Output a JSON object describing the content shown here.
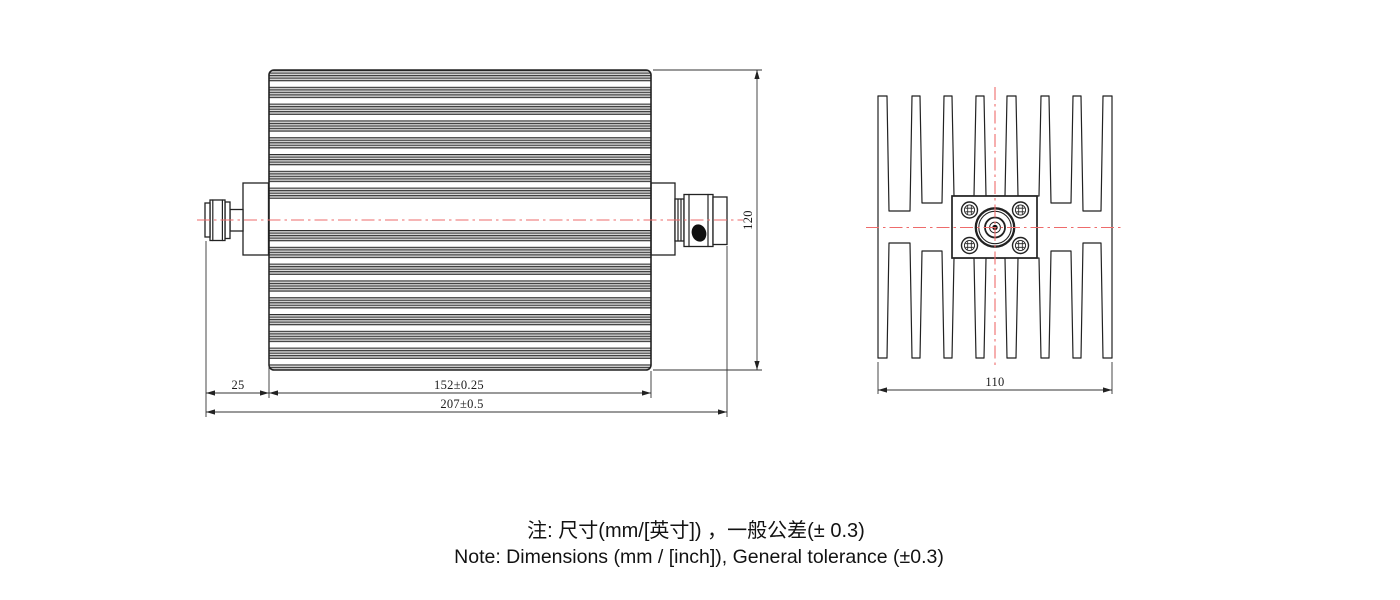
{
  "side_view": {
    "dim_left_connector_length": "25",
    "dim_body_length": "152±0.25",
    "dim_total_length": "207±0.5",
    "dim_body_height": "120"
  },
  "end_view": {
    "dim_width": "110"
  },
  "notes": {
    "zh": "注: 尺寸(mm/[英寸]) ，一般公差(± 0.3)",
    "en": "Note: Dimensions (mm / [inch]), General tolerance (±0.3)"
  },
  "colors": {
    "centerline_red": "#ee6b6b",
    "line": "#222222"
  }
}
